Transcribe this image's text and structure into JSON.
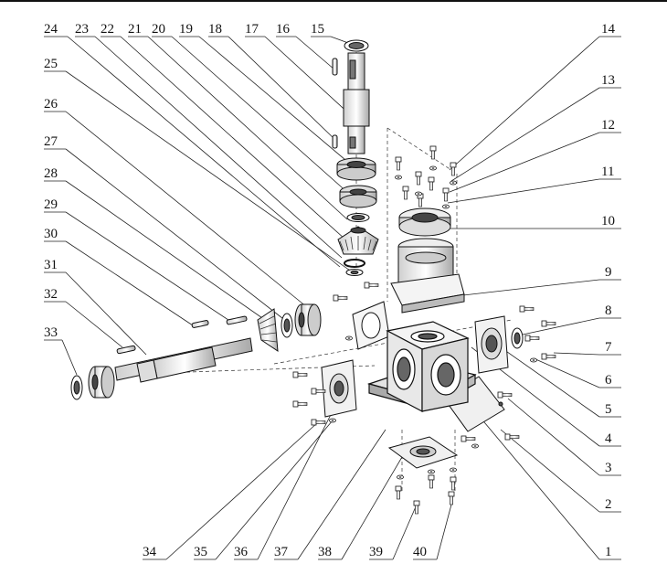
{
  "diagram": {
    "callouts_top": [
      "24",
      "23",
      "22",
      "21",
      "20",
      "19",
      "18",
      "17",
      "16",
      "15"
    ],
    "callouts_left": [
      "25",
      "26",
      "27",
      "28",
      "29",
      "30",
      "31",
      "32",
      "33"
    ],
    "callouts_right": [
      "14",
      "13",
      "12",
      "11",
      "10",
      "9",
      "8",
      "7",
      "6",
      "5",
      "4",
      "3",
      "2",
      "1"
    ],
    "callouts_bottom": [
      "34",
      "35",
      "36",
      "37",
      "38",
      "39",
      "40"
    ]
  },
  "colors": {
    "line": "#111111",
    "part_fill": "#f2f2f2",
    "part_dark": "#555555"
  }
}
